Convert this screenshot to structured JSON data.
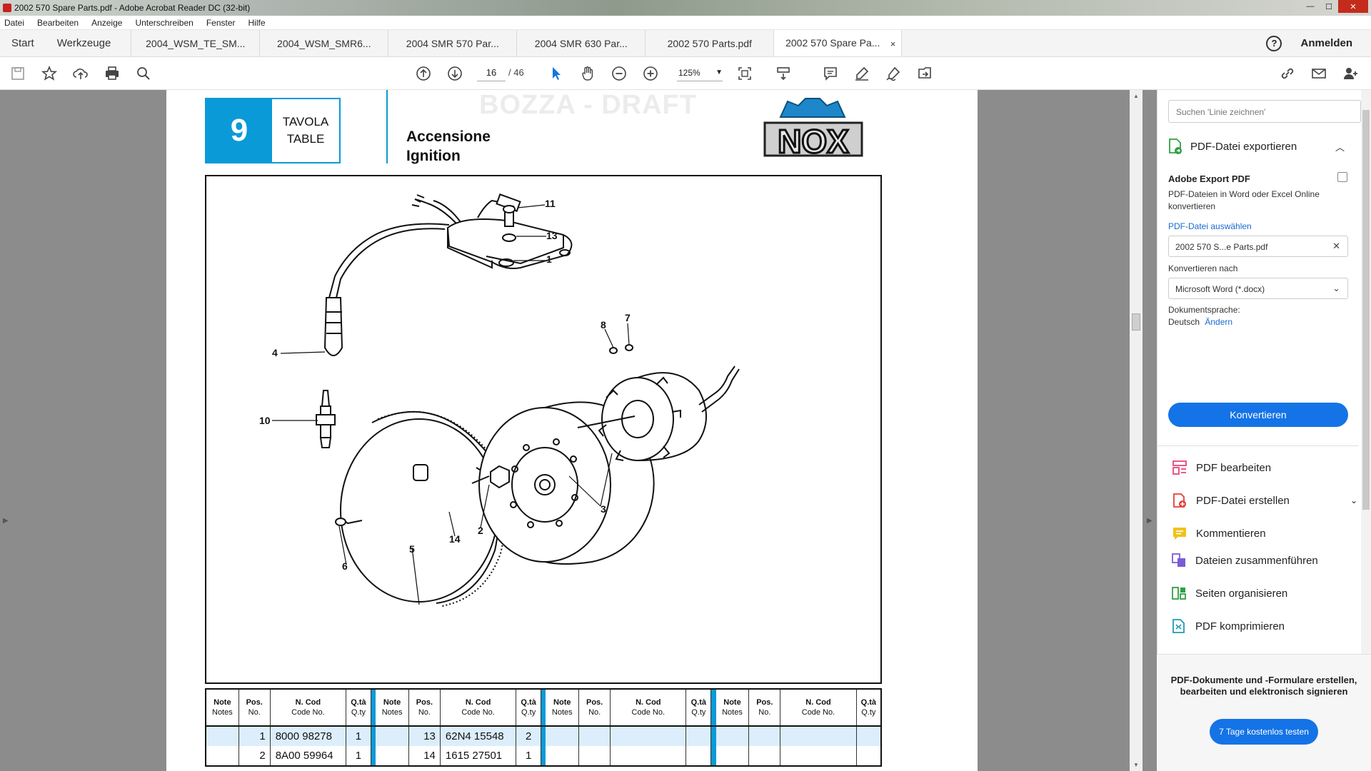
{
  "window": {
    "title": "2002 570 Spare Parts.pdf - Adobe Acrobat Reader DC (32-bit)",
    "minimize": "—",
    "maximize": "☐",
    "close": "✕"
  },
  "menu": [
    "Datei",
    "Bearbeiten",
    "Anzeige",
    "Unterschreiben",
    "Fenster",
    "Hilfe"
  ],
  "nav_tabs": [
    "Start",
    "Werkzeuge"
  ],
  "doc_tabs": [
    {
      "label": "2004_WSM_TE_SM..."
    },
    {
      "label": "2004_WSM_SMR6..."
    },
    {
      "label": "2004 SMR 570 Par..."
    },
    {
      "label": "2004 SMR 630 Par..."
    },
    {
      "label": "2002 570 Parts.pdf"
    },
    {
      "label": "2002 570 Spare Pa...",
      "active": true,
      "close": "×"
    }
  ],
  "header_right": {
    "help": "?",
    "login": "Anmelden"
  },
  "toolbar": {
    "page_current": "16",
    "page_total": "/ 46",
    "zoom": "125%",
    "icons": [
      "save-icon",
      "star-icon",
      "cloud-upload-icon",
      "print-icon",
      "search-icon",
      "page-up-icon",
      "page-down-icon",
      "select-cursor-icon",
      "hand-icon",
      "zoom-out-icon",
      "zoom-in-icon",
      "fit-page-icon",
      "scroll-mode-icon",
      "comment-icon",
      "highlight-pen-icon",
      "sign-icon",
      "share-icon",
      "link-icon",
      "mail-icon",
      "add-user-icon"
    ]
  },
  "page": {
    "table_number": "9",
    "table_label_it": "TAVOLA",
    "table_label_en": "TABLE",
    "title_it": "Accensione",
    "title_en": "Ignition",
    "watermark": "BOZZA - DRAFT",
    "logo_text": "NOX",
    "callouts": [
      "11",
      "13",
      "1",
      "8",
      "7",
      "4",
      "10",
      "3",
      "2",
      "14",
      "5",
      "6"
    ],
    "table_headers": {
      "note": "Note",
      "notes": "Notes",
      "pos": "Pos.",
      "no": "No.",
      "ncod": "N. Cod",
      "code_no": "Code No.",
      "qta": "Q.tà",
      "qty": "Q.ty"
    },
    "rows": [
      {
        "pos1": "1",
        "code1": "8000 98278",
        "qty1": "1",
        "pos2": "13",
        "code2": "62N4 15548",
        "qty2": "2"
      },
      {
        "pos1": "2",
        "code1": "8A00 59964",
        "qty1": "1",
        "pos2": "14",
        "code2": "1615 27501",
        "qty2": "1"
      }
    ]
  },
  "right_panel": {
    "search_placeholder": "Suchen 'Linie zeichnen'",
    "export_title": "PDF-Datei exportieren",
    "adobe_export_title": "Adobe Export PDF",
    "adobe_export_desc": "PDF-Dateien in Word oder Excel Online konvertieren",
    "choose_file": "PDF-Datei auswählen",
    "file_name": "2002 570 S...e Parts.pdf",
    "convert_to_label": "Konvertieren nach",
    "convert_to_value": "Microsoft Word (*.docx)",
    "doc_lang_label": "Dokumentsprache:",
    "doc_lang_value": "Deutsch",
    "doc_lang_change": "Ändern",
    "convert_button": "Konvertieren",
    "tools": [
      {
        "label": "PDF bearbeiten",
        "icon": "edit-pdf-icon",
        "color": "#e8457a"
      },
      {
        "label": "PDF-Datei erstellen",
        "icon": "create-pdf-icon",
        "color": "#e0413b",
        "expand": "⌄"
      },
      {
        "label": "Kommentieren",
        "icon": "comment-tool-icon",
        "color": "#f1c21b"
      },
      {
        "label": "Dateien zusammenführen",
        "icon": "combine-files-icon",
        "color": "#7b5cd6"
      },
      {
        "label": "Seiten organisieren",
        "icon": "organize-pages-icon",
        "color": "#2ea043"
      },
      {
        "label": "PDF komprimieren",
        "icon": "compress-pdf-icon",
        "color": "#1e9bb6"
      }
    ],
    "promo_text": "PDF-Dokumente und -Formulare erstellen, bearbeiten und elektronisch signieren",
    "promo_button": "7 Tage kostenlos testen"
  }
}
